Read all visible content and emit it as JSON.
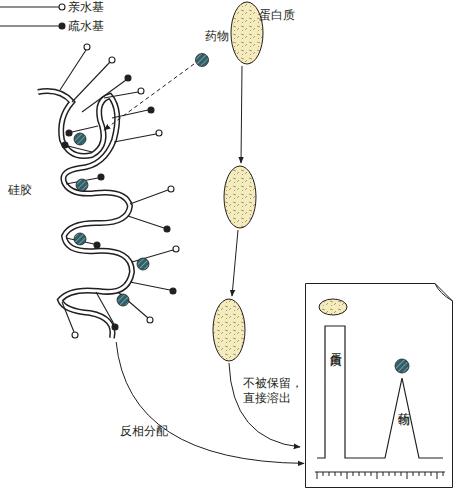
{
  "diagram": {
    "nodes": [
      {
        "text": [
          "硅胶"
        ]
      },
      {
        "text": [
          "蛋白质",
          "药物"
        ]
      }
    ],
    "edges": [
      {
        "from": 0,
        "to": 1,
        "arrow": "to",
        "label": "反相分配"
      }
    ],
    "labels": [
      "药物",
      "蛋白质",
      "不被保留， 直接溶出"
    ],
    "legend": [
      {
        "text": "亲水基"
      },
      {
        "text": "疏水基"
      }
    ]
  }
}
